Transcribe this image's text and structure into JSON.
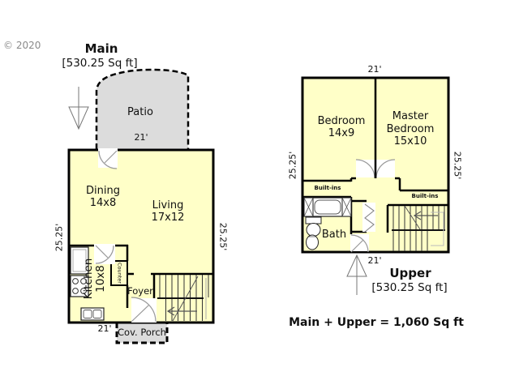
{
  "page": {
    "copyright": "© 2020",
    "total_area": "Main + Upper = 1,060 Sq ft"
  },
  "main_plan": {
    "title": "Main",
    "area": "[530.25 Sq ft]",
    "dims": {
      "patio_width": "21'",
      "left": "25.25'",
      "right": "25.25'",
      "bottom": "21'"
    },
    "rooms": {
      "patio": {
        "name": "Patio"
      },
      "dining": {
        "name": "Dining",
        "size": "14x8"
      },
      "living": {
        "name": "Living",
        "size": "17x12"
      },
      "kitchen": {
        "name": "Kitchen",
        "size": "10x8"
      },
      "counter": {
        "name": "Counter"
      },
      "foyer": {
        "name": "Foyer"
      },
      "cov_porch": {
        "name": "Cov. Porch"
      }
    }
  },
  "upper_plan": {
    "title": "Upper",
    "area": "[530.25 Sq ft]",
    "dims": {
      "top": "21'",
      "left": "25.25'",
      "right": "25.25'",
      "bottom": "21'"
    },
    "rooms": {
      "bedroom": {
        "name": "Bedroom",
        "size": "14x9"
      },
      "master_bedroom": {
        "name_line1": "Master",
        "name_line2": "Bedroom",
        "size": "15x10"
      },
      "builtins_left": {
        "name": "Built-ins"
      },
      "builtins_right": {
        "name": "Built-ins"
      },
      "bath": {
        "name": "Bath"
      }
    }
  },
  "colors": {
    "room_fill": "#FFFFC8",
    "outdoor_fill": "#DCDCDC",
    "wall": "#000000",
    "copyright_gray": "#8A8A8A"
  }
}
